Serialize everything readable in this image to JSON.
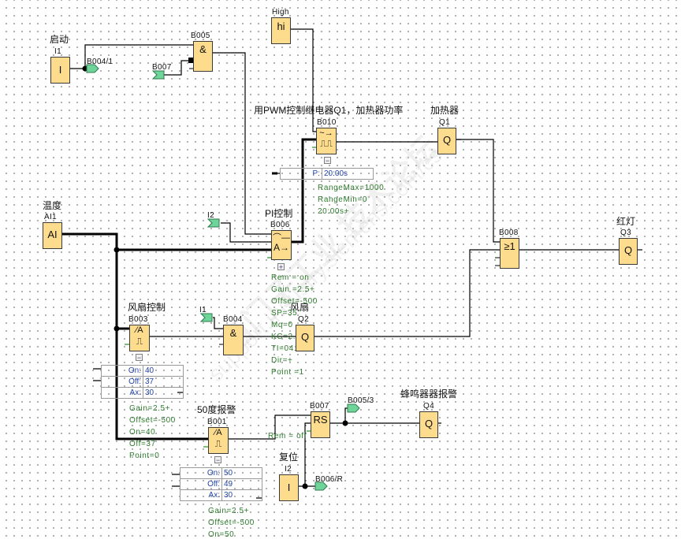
{
  "comments": {
    "start": "启动",
    "high": "High",
    "pwm_note": "用PWM控制继电器Q1，加热器功率",
    "heater": "加热器",
    "temperature": "温度",
    "pi_control": "PI控制",
    "red_light": "红灯",
    "fan_control": "风扇控制",
    "fan": "风扇",
    "alarm_50": "50度报警",
    "buzzer_alarm": "蜂鸣器器报警",
    "reset": "复位"
  },
  "blocks": {
    "I1": {
      "name": "I1",
      "symbol": "I"
    },
    "B005": {
      "name": "B005",
      "symbol": "&"
    },
    "hi": {
      "name": "",
      "symbol": "hi"
    },
    "B010": {
      "name": "B010",
      "symbol_top": "~→",
      "symbol_bottom": "⎍⎍"
    },
    "Q1": {
      "name": "Q1",
      "symbol": "Q"
    },
    "AI1": {
      "name": "AI1",
      "symbol": "AI"
    },
    "B006": {
      "name": "B006",
      "symbol_top": "⌒—",
      "symbol_bottom": "A→"
    },
    "B008": {
      "name": "B008",
      "symbol": "≥1"
    },
    "Q3": {
      "name": "Q3",
      "symbol": "Q"
    },
    "B003": {
      "name": "B003",
      "symbol_top": "⁄A",
      "symbol_bottom": "⎍"
    },
    "B004": {
      "name": "B004",
      "symbol": "&"
    },
    "Q2": {
      "name": "Q2",
      "symbol": "Q"
    },
    "B001": {
      "name": "B001",
      "symbol_top": "⁄A",
      "symbol_bottom": "⎍"
    },
    "B007": {
      "name": "B007",
      "symbol": "RS"
    },
    "Q4": {
      "name": "Q4",
      "symbol": "Q"
    },
    "I2": {
      "name": "I2",
      "symbol": "I"
    }
  },
  "flags": {
    "B004_1": "B004/1",
    "B007_ref": "B007",
    "I2_ref": "I2",
    "I1_ref": "I1",
    "B005_3": "B005/3",
    "B006_R": "B006/R"
  },
  "params": {
    "B010": {
      "table": [
        {
          "key": "P:",
          "value": "20:00s"
        }
      ],
      "lines": [
        "RangeMax=1000",
        "RangeMin=0",
        "20:00s+"
      ]
    },
    "B006": {
      "lines": [
        "Rem = on",
        "Gain =2.5+",
        "Offset=-500",
        "SP=35",
        "Mq=0",
        "KC=2.0",
        "TI=04:00m",
        "Dir=+",
        "Point =1"
      ]
    },
    "B003": {
      "table": [
        {
          "key": "On:",
          "value": "40"
        },
        {
          "key": "Off:",
          "value": "37"
        },
        {
          "key": "Ax:",
          "value": "30"
        }
      ],
      "lines": [
        "Gain=2.5+",
        "Offset=-500",
        "On=40",
        "Off=37",
        "Point=0"
      ]
    },
    "B007": {
      "lines": [
        "Rem = off"
      ]
    },
    "B001": {
      "table": [
        {
          "key": "On:",
          "value": "50"
        },
        {
          "key": "Off:",
          "value": "49"
        },
        {
          "key": "Ax:",
          "value": "30"
        }
      ],
      "lines": [
        "Gain=2.5+",
        "Offset=-500",
        "On=50"
      ]
    }
  },
  "toggles": {
    "collapse": "−",
    "expand": "+"
  },
  "watermark": {
    "line1": "西门子工业 技术论坛",
    "line2": "support.industry.siemens.com/cs"
  },
  "colors": {
    "block_fill": "#fedc8e",
    "flag_fill": "#6fd49a",
    "param_text": "#2d7a2d",
    "table_text": "#2244aa"
  }
}
